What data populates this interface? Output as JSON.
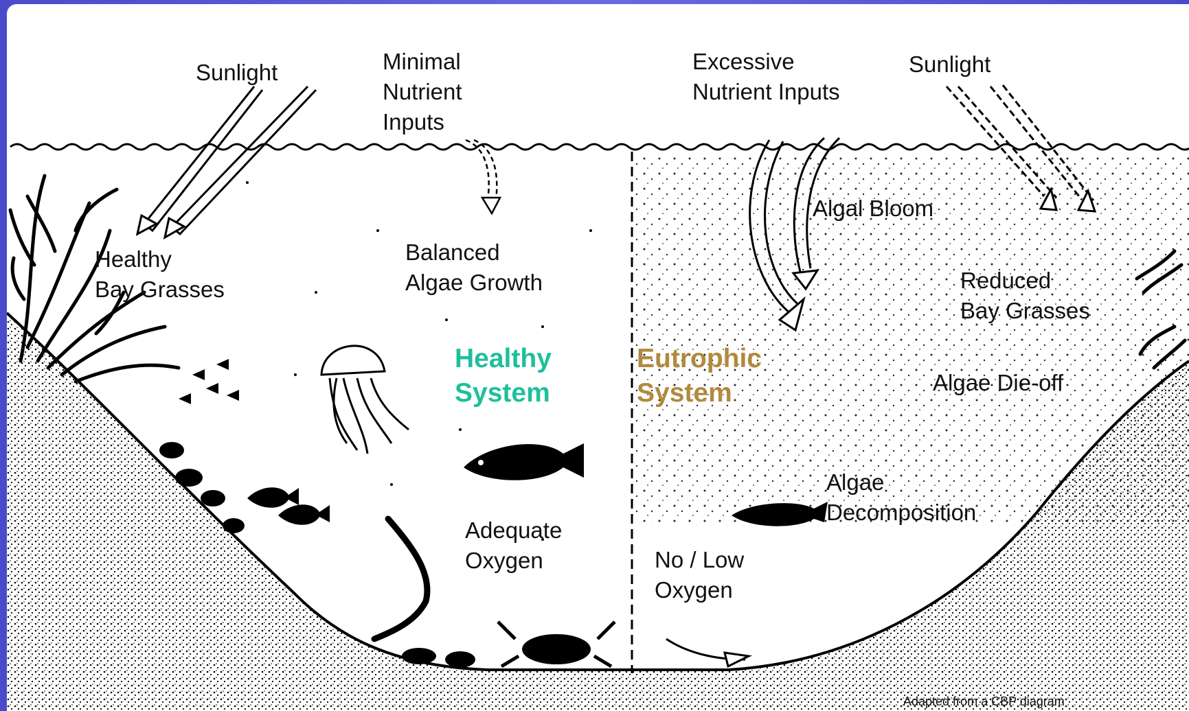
{
  "labels": {
    "sunlight_left": "Sunlight",
    "minimal_nutrient_inputs": [
      "Minimal",
      "Nutrient",
      "Inputs"
    ],
    "excessive_nutrient_inputs": [
      "Excessive",
      "Nutrient  Inputs"
    ],
    "sunlight_right": "Sunlight",
    "healthy_bay_grasses": [
      "Healthy",
      "Bay Grasses"
    ],
    "balanced_algae_growth": [
      "Balanced",
      "Algae Growth"
    ],
    "healthy_system": [
      "Healthy",
      "System"
    ],
    "eutrophic_system": [
      "Eutrophic",
      "System"
    ],
    "adequate_oxygen": [
      "Adequate",
      "Oxygen"
    ],
    "algal_bloom": "Algal Bloom",
    "reduced_bay_grasses": [
      "Reduced",
      "Bay Grasses"
    ],
    "algae_die_off": "Algae Die-off",
    "algae_decomposition": [
      "Algae",
      "Decomposition"
    ],
    "no_low_oxygen": [
      "No / Low",
      "Oxygen"
    ],
    "credit": "Adapted from a CBP diagram"
  },
  "colors": {
    "healthy": "#1fbf9c",
    "eutrophic": "#b08a3e",
    "background": "#5a5ad6",
    "ink": "#111111"
  }
}
